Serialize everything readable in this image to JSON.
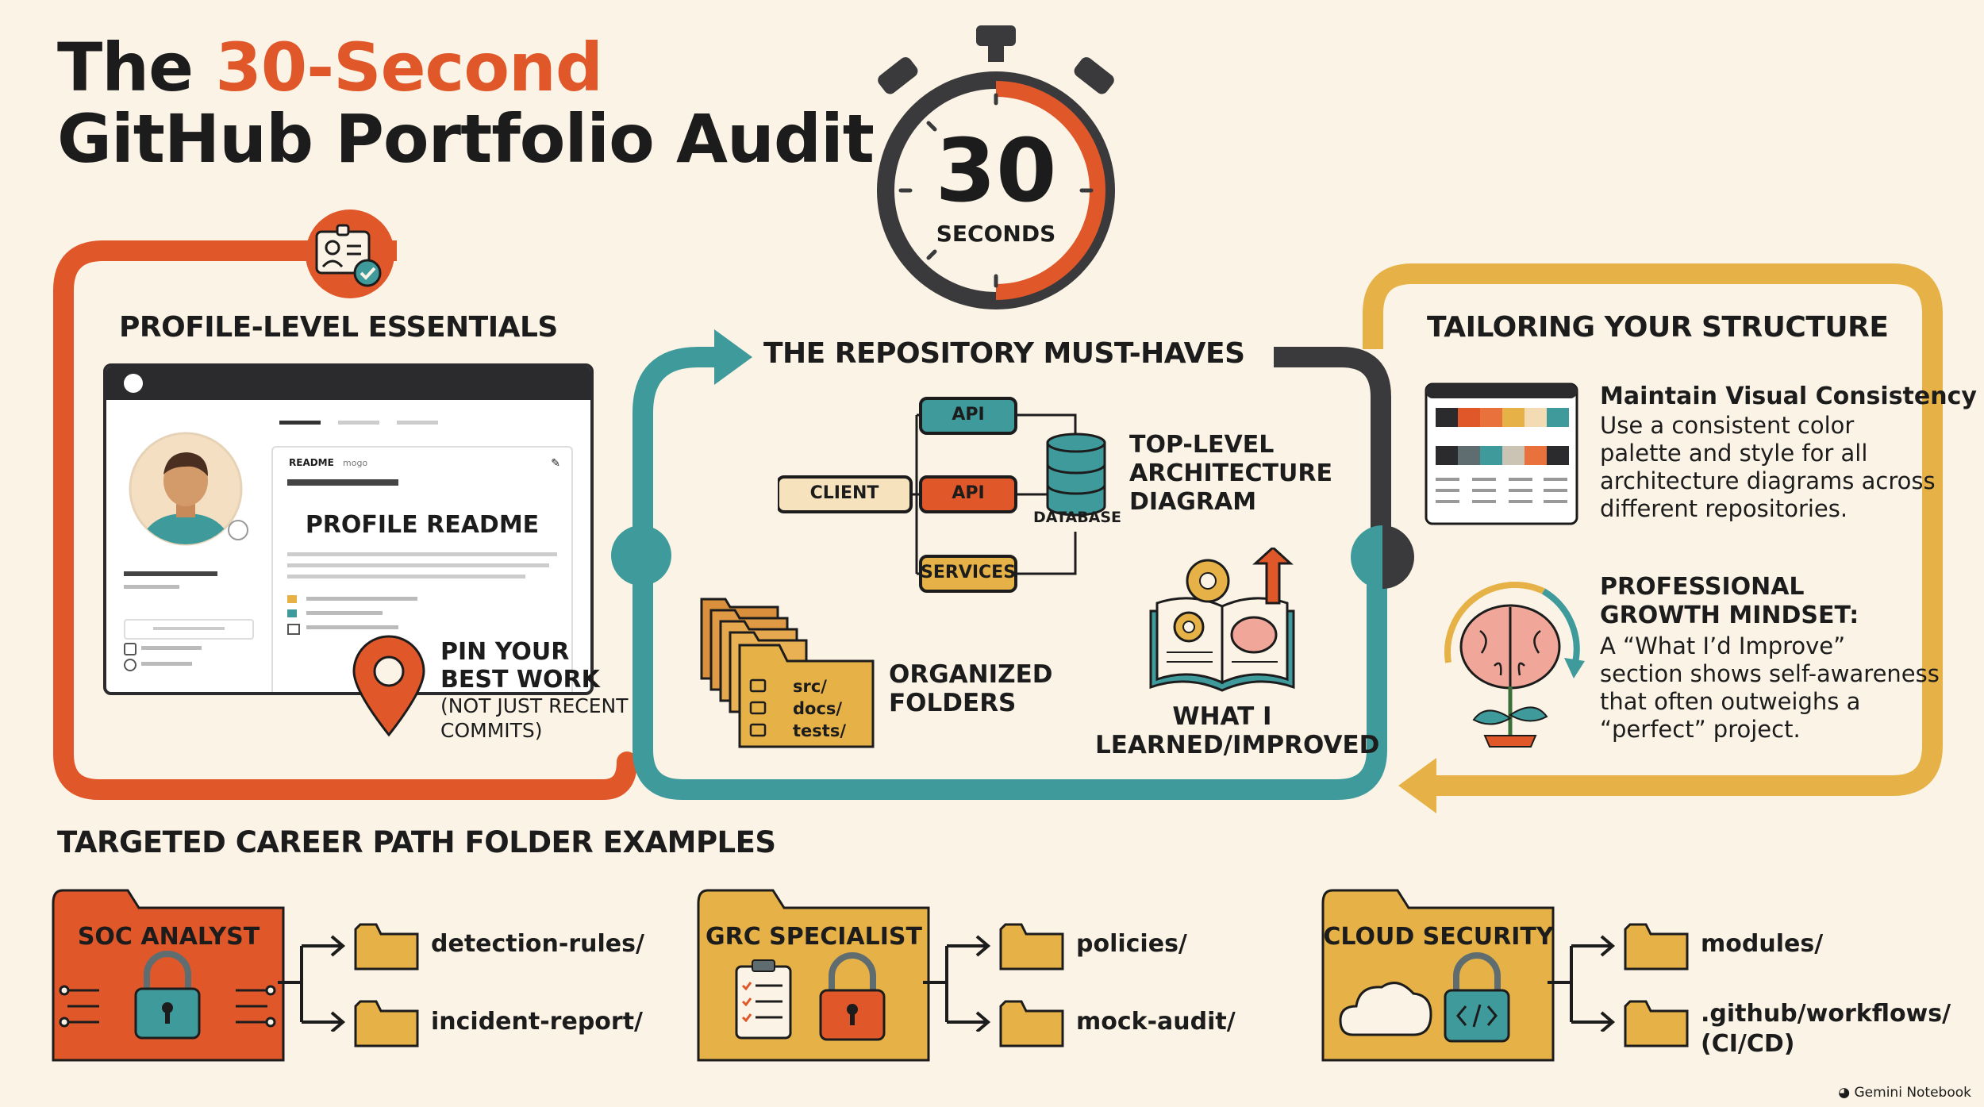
{
  "title": {
    "line1_prefix": "The ",
    "line1_accent": "30-Second",
    "line2": "GitHub Portfolio Audit"
  },
  "timer": {
    "number": "30",
    "unit": "SECONDS"
  },
  "profile": {
    "heading": "PROFILE-LEVEL ESSENTIALS",
    "readme_small": "README",
    "readme_small2": "mogo",
    "readme_title": "PROFILE README",
    "pin_line1": "PIN YOUR",
    "pin_line2": "BEST WORK",
    "pin_line3": "(NOT JUST RECENT",
    "pin_line4": "COMMITS)"
  },
  "repo": {
    "heading": "THE REPOSITORY MUST-HAVES",
    "client": "CLIENT",
    "api1": "API",
    "api2": "API",
    "services": "SERVICES",
    "database": "DATABASE",
    "arch_line1": "TOP-LEVEL",
    "arch_line2": "ARCHITECTURE",
    "arch_line3": "DIAGRAM",
    "folder1": "src/",
    "folder2": "docs/",
    "folder3": "tests/",
    "organized_line1": "ORGANIZED",
    "organized_line2": "FOLDERS",
    "learned_line1": "WHAT I",
    "learned_line2": "LEARNED/IMPROVED"
  },
  "tailoring": {
    "heading": "TAILORING YOUR STRUCTURE",
    "visual_title": "Maintain Visual Consistency",
    "visual_l1": "Use a consistent color",
    "visual_l2": "palette and style for all",
    "visual_l3": "architecture diagrams across",
    "visual_l4": "different repositories.",
    "growth_title1": "PROFESSIONAL",
    "growth_title2": "GROWTH MINDSET:",
    "growth_l1": "A “What I’d Improve”",
    "growth_l2": "section shows self-awareness",
    "growth_l3": "that often outweighs a",
    "growth_l4": "“perfect” project."
  },
  "career": {
    "heading": "TARGETED CAREER PATH FOLDER EXAMPLES",
    "soc": {
      "label": "SOC ANALYST",
      "f1": "detection-rules/",
      "f2": "incident-report/"
    },
    "grc": {
      "label": "GRC SPECIALIST",
      "f1": "policies/",
      "f2": "mock-audit/"
    },
    "cloud": {
      "label": "CLOUD SECURITY",
      "f1": "modules/",
      "f2a": ".github/workflows/",
      "f2b": "(CI/CD)"
    }
  },
  "footer": {
    "brand": "Gemini Notebook"
  },
  "colors": {
    "orange": "#e0572a",
    "teal": "#3f9a9c",
    "yellow": "#e6b247",
    "dark": "#3a3a3c",
    "cream": "#fbf4e6"
  }
}
